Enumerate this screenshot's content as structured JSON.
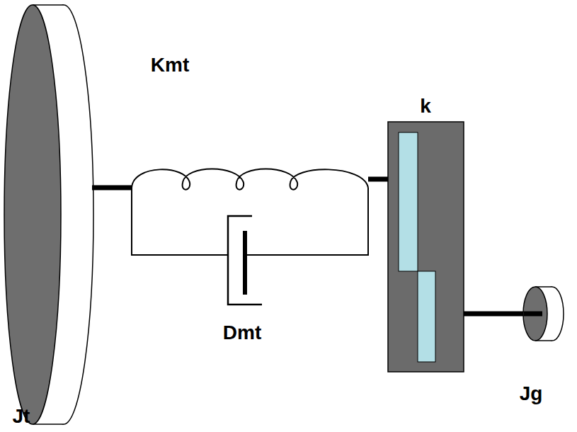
{
  "diagram": {
    "labels": [
      "Kmt",
      "k",
      "Dmt",
      "Jt",
      "Jg"
    ]
  }
}
